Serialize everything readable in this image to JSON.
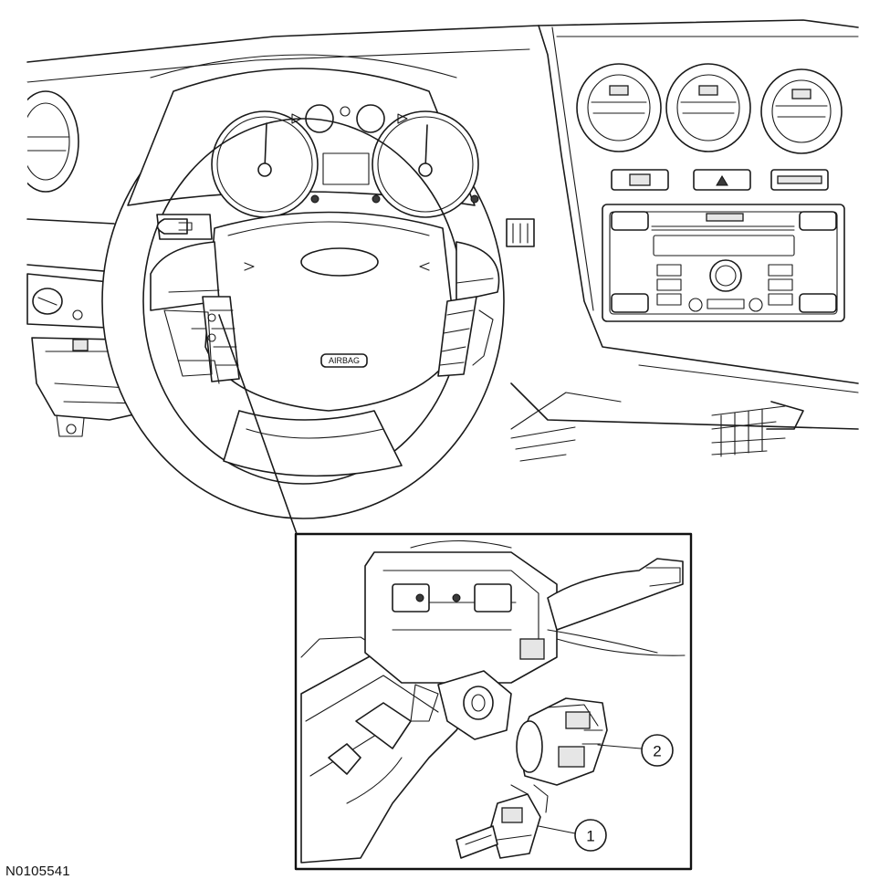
{
  "figure": {
    "reference_code": "N0105541",
    "airbag_label": "AIRBAG",
    "callouts": [
      {
        "number": "1"
      },
      {
        "number": "2"
      }
    ]
  }
}
